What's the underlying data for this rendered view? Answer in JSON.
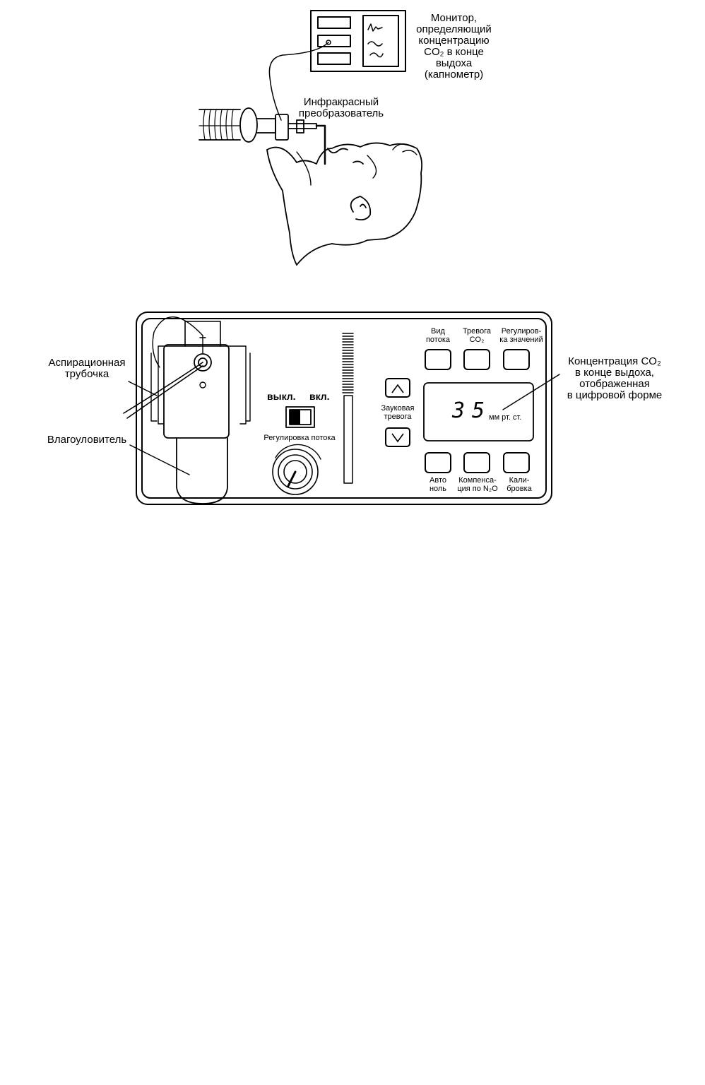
{
  "top_figure": {
    "monitor_label_lines": [
      "Монитор,",
      "определяющий",
      "концентрацию",
      "CO₂ в конце",
      "выдоха",
      "(капнометр)"
    ],
    "transducer_label_lines": [
      "Инфракрасный",
      "преобразователь"
    ]
  },
  "device": {
    "aspiration_tube_lines": [
      "Аспирационная",
      "трубочка"
    ],
    "moisture_trap_label": "Влагоуловитель",
    "switch_off_label": "выкл.",
    "switch_on_label": "вкл.",
    "flow_control_label": "Регулировка потока",
    "alarm_label_lines": [
      "Зауковая",
      "тревога"
    ],
    "top_buttons": [
      {
        "lines": [
          "Вид",
          "потока"
        ]
      },
      {
        "lines": [
          "Тревога",
          "CO₂"
        ]
      },
      {
        "lines": [
          "Регулиров-",
          "ка значений"
        ]
      }
    ],
    "bottom_buttons": [
      {
        "lines": [
          "Авто",
          "ноль"
        ]
      },
      {
        "lines": [
          "Компенса-",
          "ция по N₂O"
        ]
      },
      {
        "lines": [
          "Кали-",
          "бровка"
        ]
      }
    ],
    "display_value": "35",
    "display_unit": "мм рт. ст.",
    "co2_label_lines": [
      "Концентрация CO₂",
      "в конце выдоха,",
      "отображенная",
      "в цифровой форме"
    ]
  }
}
